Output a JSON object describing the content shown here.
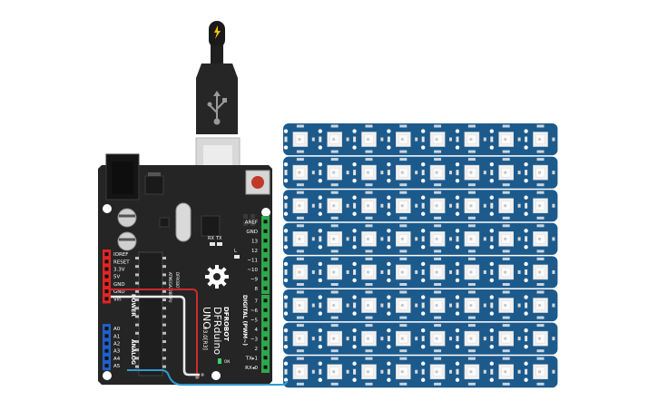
{
  "board": {
    "brand_line1": "DFRduino",
    "brand_line2": "UNO",
    "brand_sub": "v3.0[R3]",
    "maker": "DFROBOT",
    "power_header_label": "POWER",
    "analog_header_label": "ANALOG",
    "digital_header_label": "DIGITAL (PWM~)",
    "on_label": "ON",
    "tx_label": "TX",
    "rx_label": "RX",
    "l_label": "L",
    "power_pins": [
      "IOREF",
      "RESET",
      "3.3V",
      "5V",
      "GND",
      "GND",
      "Vin"
    ],
    "analog_pins": [
      "A0",
      "A1",
      "A2",
      "A3",
      "A4",
      "A5"
    ],
    "digital_pins_top": [
      "AREF",
      "GND",
      "13",
      "12",
      "~11",
      "~10",
      "~9",
      "8"
    ],
    "digital_pins_bottom": [
      "7",
      "~6",
      "~5",
      "4",
      "~3",
      "2",
      "TX▸1",
      "RX◂0"
    ],
    "chip_text": [
      "ATMEGA328P-PU",
      "DFROBOT"
    ]
  },
  "usb_cable": {
    "icon": "usb-icon",
    "tip_icon": "lightning-icon"
  },
  "matrix": {
    "rows": 8,
    "cols": 8,
    "pixel_icon": "led-pixel-icon"
  },
  "wires": [
    {
      "name": "wire-red-5v",
      "color": "#cc2a2a"
    },
    {
      "name": "wire-white-gnd",
      "color": "#ffffff"
    },
    {
      "name": "wire-blue-data",
      "color": "#2f9bd1"
    }
  ],
  "colors": {
    "board": "#252525",
    "pcb_matrix": "#1c5a8c",
    "header_red": "#e02424",
    "header_blue": "#2060c8",
    "header_green": "#2ea84a",
    "led_white": "#f2f2f2",
    "reset_button": "#c0392b"
  }
}
